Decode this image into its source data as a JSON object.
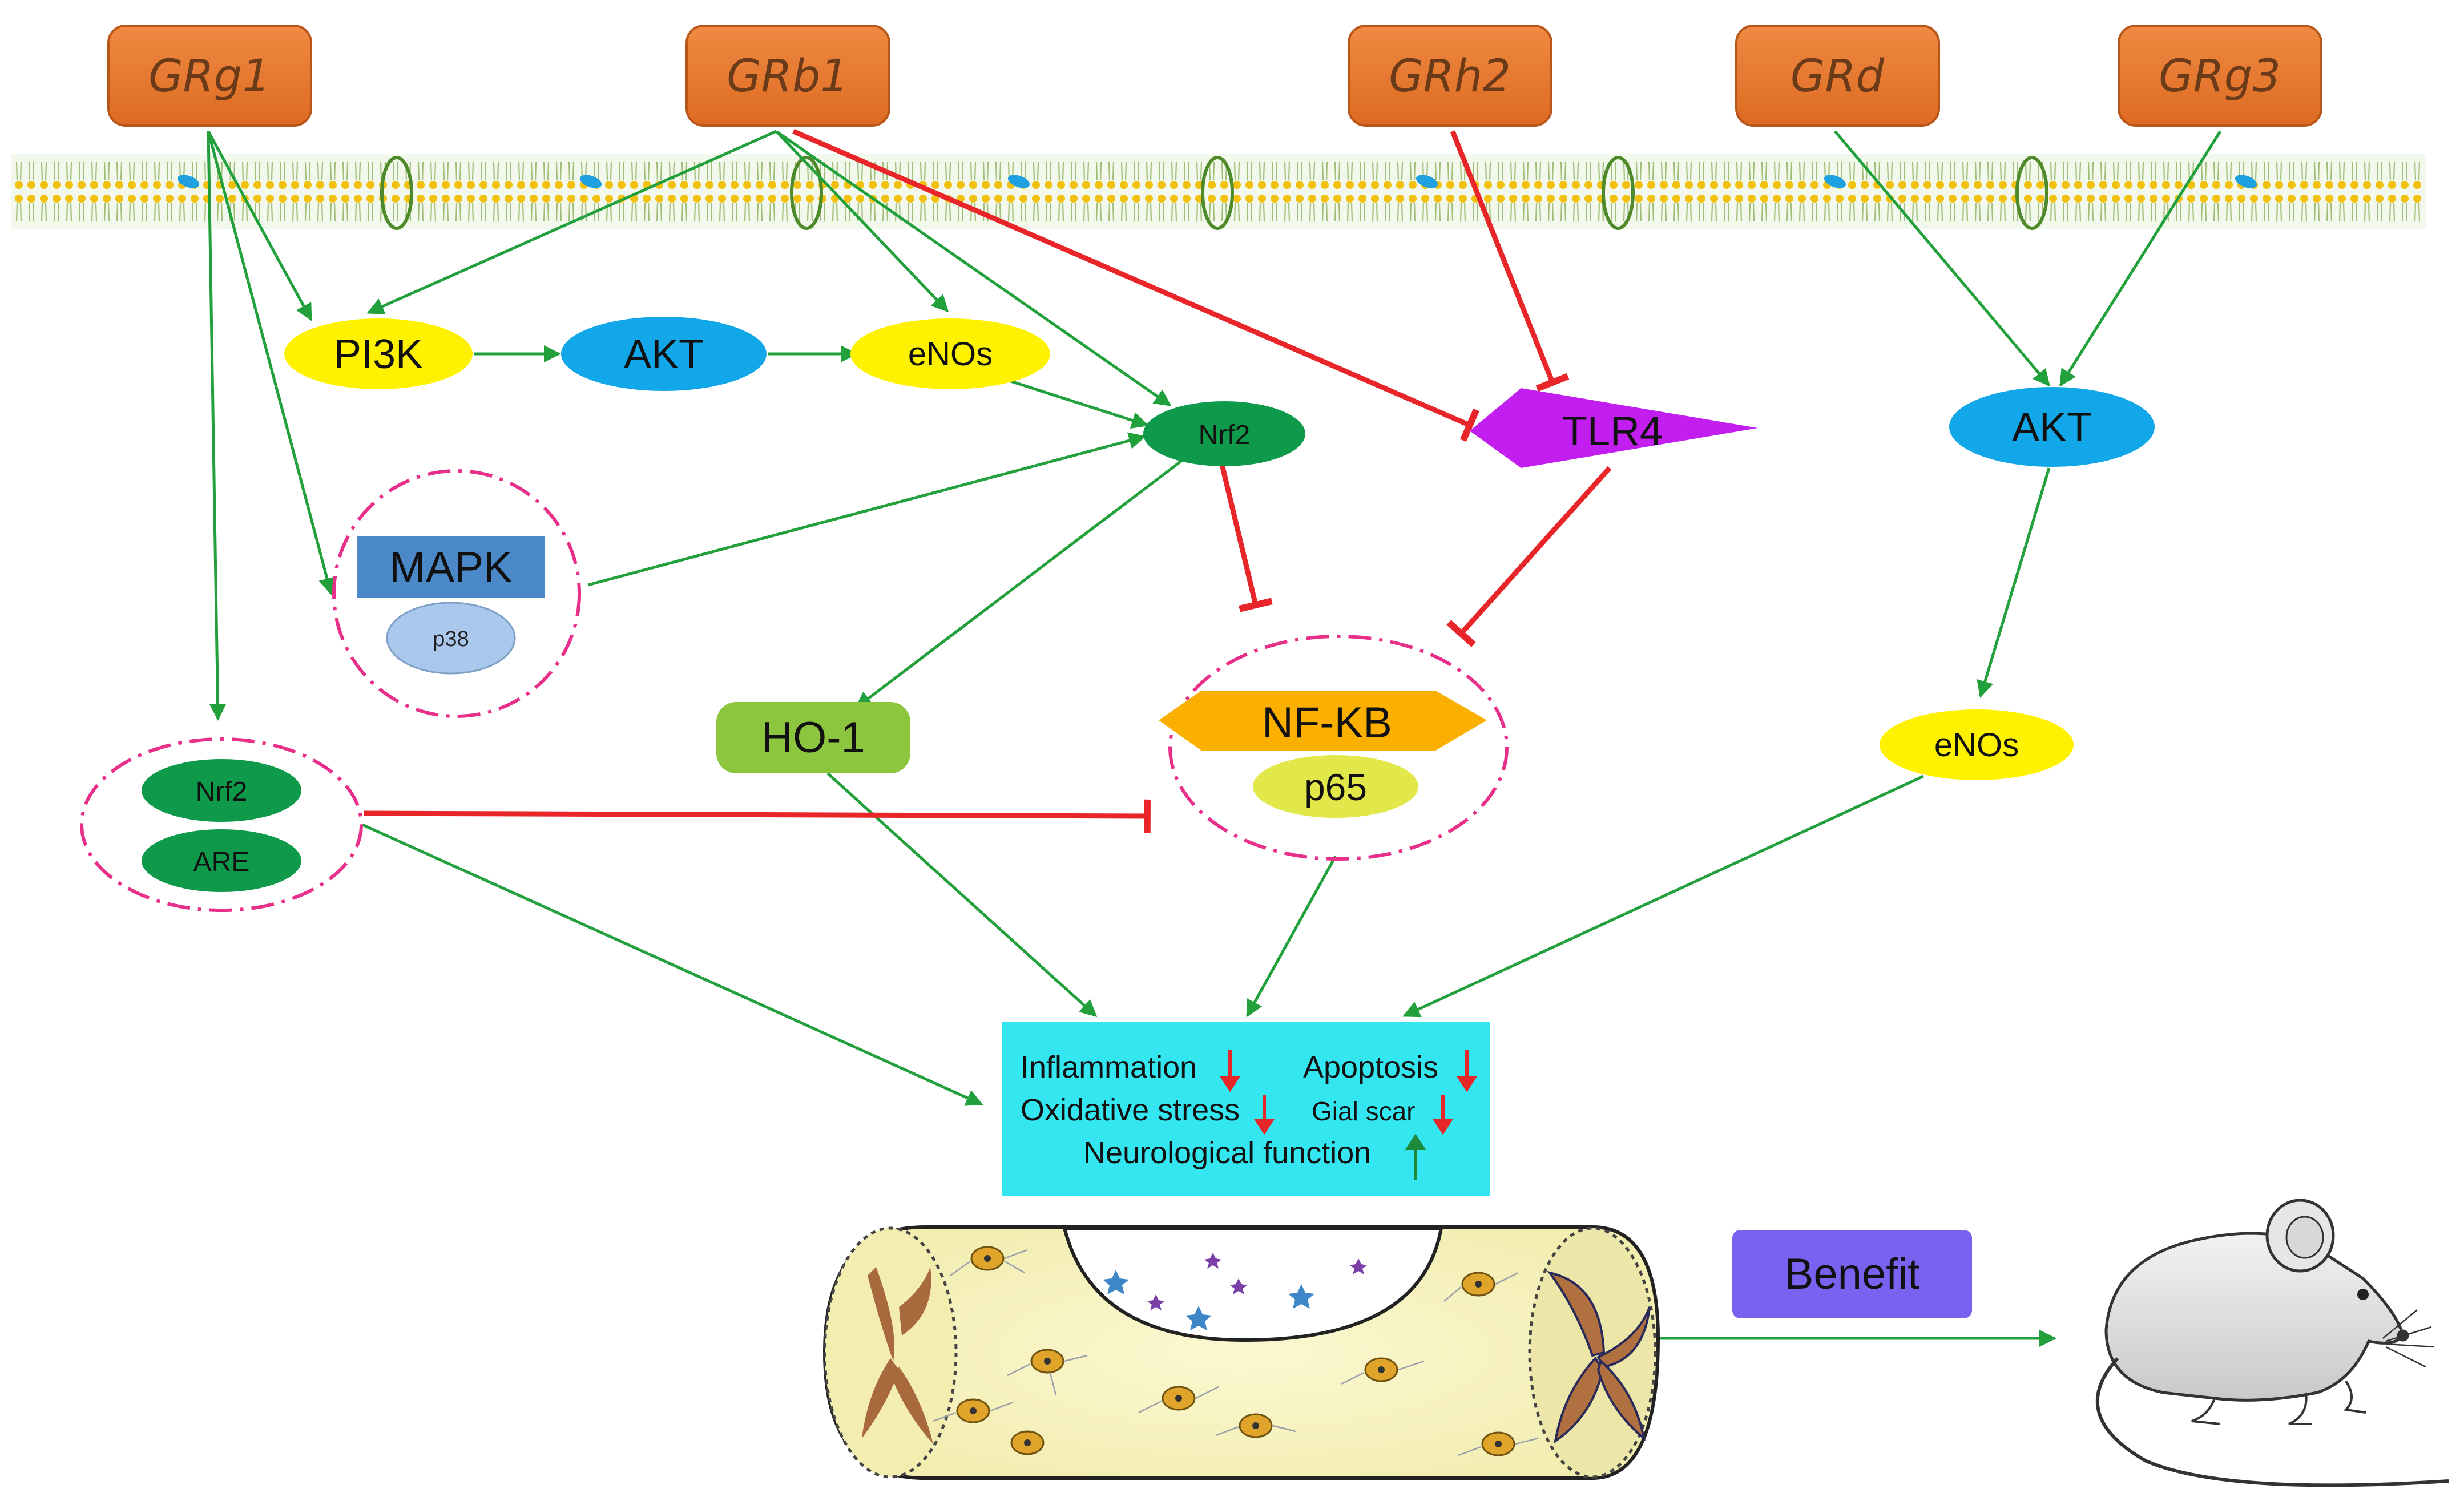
{
  "ginsenosides": {
    "grg1": "GRg1",
    "grb1": "GRb1",
    "grh2": "GRh2",
    "grd": "GRd",
    "grg3": "GRg3"
  },
  "nodes": {
    "pi3k": "PI3K",
    "akt_left": "AKT",
    "enos_top": "eNOs",
    "nrf2_mid": "Nrf2",
    "tlr4": "TLR4",
    "akt_right": "AKT",
    "mapk": "MAPK",
    "p38": "p38",
    "ho1": "HO-1",
    "nfkb": "NF-KB",
    "p65": "p65",
    "nrf2_left": "Nrf2",
    "are": "ARE",
    "enos_right": "eNOs"
  },
  "outcomes": {
    "inflammation": "Inflammation",
    "apoptosis": "Apoptosis",
    "oxidative_stress": "Oxidative stress",
    "glial_scar": "Gial scar",
    "neurological_function": "Neurological function"
  },
  "benefit": "Benefit",
  "colors": {
    "ginsenoside_box": "#E8762F",
    "activation_arrow": "#22A03C",
    "inhibition_line": "#E8262A",
    "pi3k_enos": "#FFF200",
    "akt": "#12A7E8",
    "nrf2": "#0E9A4A",
    "tlr4": "#C21EF0",
    "mapk": "#4A88C8",
    "p38": "#A9C8EC",
    "ho1": "#8CC63F",
    "nfkb": "#FBB000",
    "p65": "#E2E84A",
    "outcome_box": "#33E6F0",
    "benefit_box": "#7B61F0",
    "dashed_circle": "#E8308A"
  },
  "icons": [
    "cell-membrane",
    "spinal-cord-segment",
    "mouse-illustration"
  ]
}
